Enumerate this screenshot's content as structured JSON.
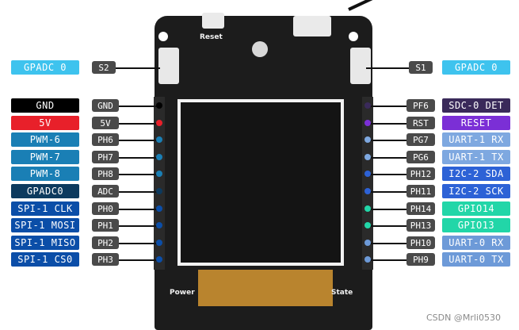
{
  "board": {
    "silk_reset": "Reset",
    "silk_power": "Power",
    "silk_state": "State"
  },
  "top_buttons": {
    "left": {
      "label": "GPADC 0",
      "pin": "S2",
      "color": "#3ec3ee",
      "text_color": "#ffffff"
    },
    "right": {
      "label": "GPADC 0",
      "pin": "S1",
      "color": "#3ec3ee",
      "text_color": "#ffffff"
    }
  },
  "left_pins": [
    {
      "label": "GND",
      "pin": "GND",
      "color": "#000000",
      "text_color": "#ffffff",
      "dot": "#000000"
    },
    {
      "label": "5V",
      "pin": "5V",
      "color": "#e8202a",
      "text_color": "#ffffff",
      "dot": "#e8202a"
    },
    {
      "label": "PWM-6",
      "pin": "PH6",
      "color": "#1a7fb5",
      "text_color": "#ffffff",
      "dot": "#1a7fb5"
    },
    {
      "label": "PWM-7",
      "pin": "PH7",
      "color": "#1a7fb5",
      "text_color": "#ffffff",
      "dot": "#1a7fb5"
    },
    {
      "label": "PWM-8",
      "pin": "PH8",
      "color": "#1a7fb5",
      "text_color": "#ffffff",
      "dot": "#1a7fb5"
    },
    {
      "label": "GPADC0",
      "pin": "ADC",
      "color": "#0d3a5e",
      "text_color": "#ffffff",
      "dot": "#0d3a5e"
    },
    {
      "label": "SPI-1 CLK",
      "pin": "PH0",
      "color": "#0b4ea8",
      "text_color": "#ffffff",
      "dot": "#0b4ea8"
    },
    {
      "label": "SPI-1 MOSI",
      "pin": "PH1",
      "color": "#0b4ea8",
      "text_color": "#ffffff",
      "dot": "#0b4ea8"
    },
    {
      "label": "SPI-1 MISO",
      "pin": "PH2",
      "color": "#0b4ea8",
      "text_color": "#ffffff",
      "dot": "#0b4ea8"
    },
    {
      "label": "SPI-1 CS0",
      "pin": "PH3",
      "color": "#0b4ea8",
      "text_color": "#ffffff",
      "dot": "#0b4ea8"
    }
  ],
  "right_pins": [
    {
      "label": "SDC-0 DET",
      "pin": "PF6",
      "color": "#3a2a5a",
      "text_color": "#ffffff",
      "dot": "#3a2a5a"
    },
    {
      "label": "RESET",
      "pin": "RST",
      "color": "#7b2fd6",
      "text_color": "#ffffff",
      "dot": "#7b2fd6"
    },
    {
      "label": "UART-1 RX",
      "pin": "PG7",
      "color": "#7ea8e0",
      "text_color": "#ffffff",
      "dot": "#7ea8e0"
    },
    {
      "label": "UART-1 TX",
      "pin": "PG6",
      "color": "#7ea8e0",
      "text_color": "#ffffff",
      "dot": "#7ea8e0"
    },
    {
      "label": "I2C-2 SDA",
      "pin": "PH12",
      "color": "#2d62d6",
      "text_color": "#ffffff",
      "dot": "#2d62d6"
    },
    {
      "label": "I2C-2 SCK",
      "pin": "PH11",
      "color": "#2d62d6",
      "text_color": "#ffffff",
      "dot": "#2d62d6"
    },
    {
      "label": "GPIO14",
      "pin": "PH14",
      "color": "#22d6a8",
      "text_color": "#ffffff",
      "dot": "#22d6a8"
    },
    {
      "label": "GPIO13",
      "pin": "PH13",
      "color": "#22d6a8",
      "text_color": "#ffffff",
      "dot": "#22d6a8"
    },
    {
      "label": "UART-0 RX",
      "pin": "PH10",
      "color": "#6d9ad8",
      "text_color": "#ffffff",
      "dot": "#6d9ad8"
    },
    {
      "label": "UART-0 TX",
      "pin": "PH9",
      "color": "#6d9ad8",
      "text_color": "#ffffff",
      "dot": "#6d9ad8"
    }
  ],
  "watermark": "CSDN @Mrli0530"
}
